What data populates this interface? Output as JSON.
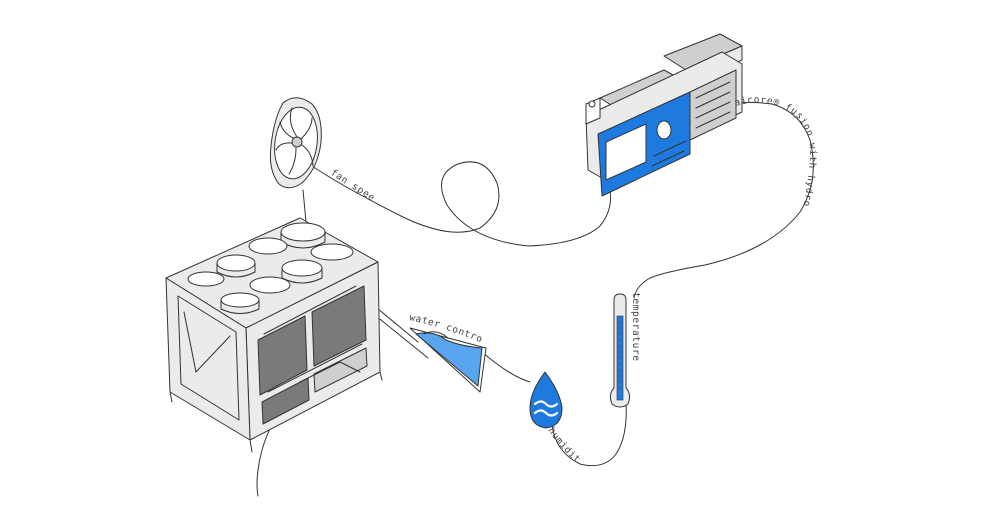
{
  "labels": {
    "fan_speed": "fan speed",
    "controller": "aicore® fusion with hydrobus®",
    "water_control": "water control",
    "humidity": "humidity",
    "temperature": "temperature"
  },
  "colors": {
    "accent_blue": "#1f7ae0",
    "light_blue": "#5aa6ee",
    "panel_light": "#ebebeb",
    "panel_mid": "#cfcfcf",
    "panel_dark": "#7a7a7a",
    "line": "#333333"
  },
  "icons": {
    "fan": "fan-icon",
    "chiller": "chiller-unit-icon",
    "controller": "controller-board-icon",
    "water_tank": "water-tank-icon",
    "droplet": "water-droplet-icon",
    "thermometer": "thermometer-icon"
  }
}
